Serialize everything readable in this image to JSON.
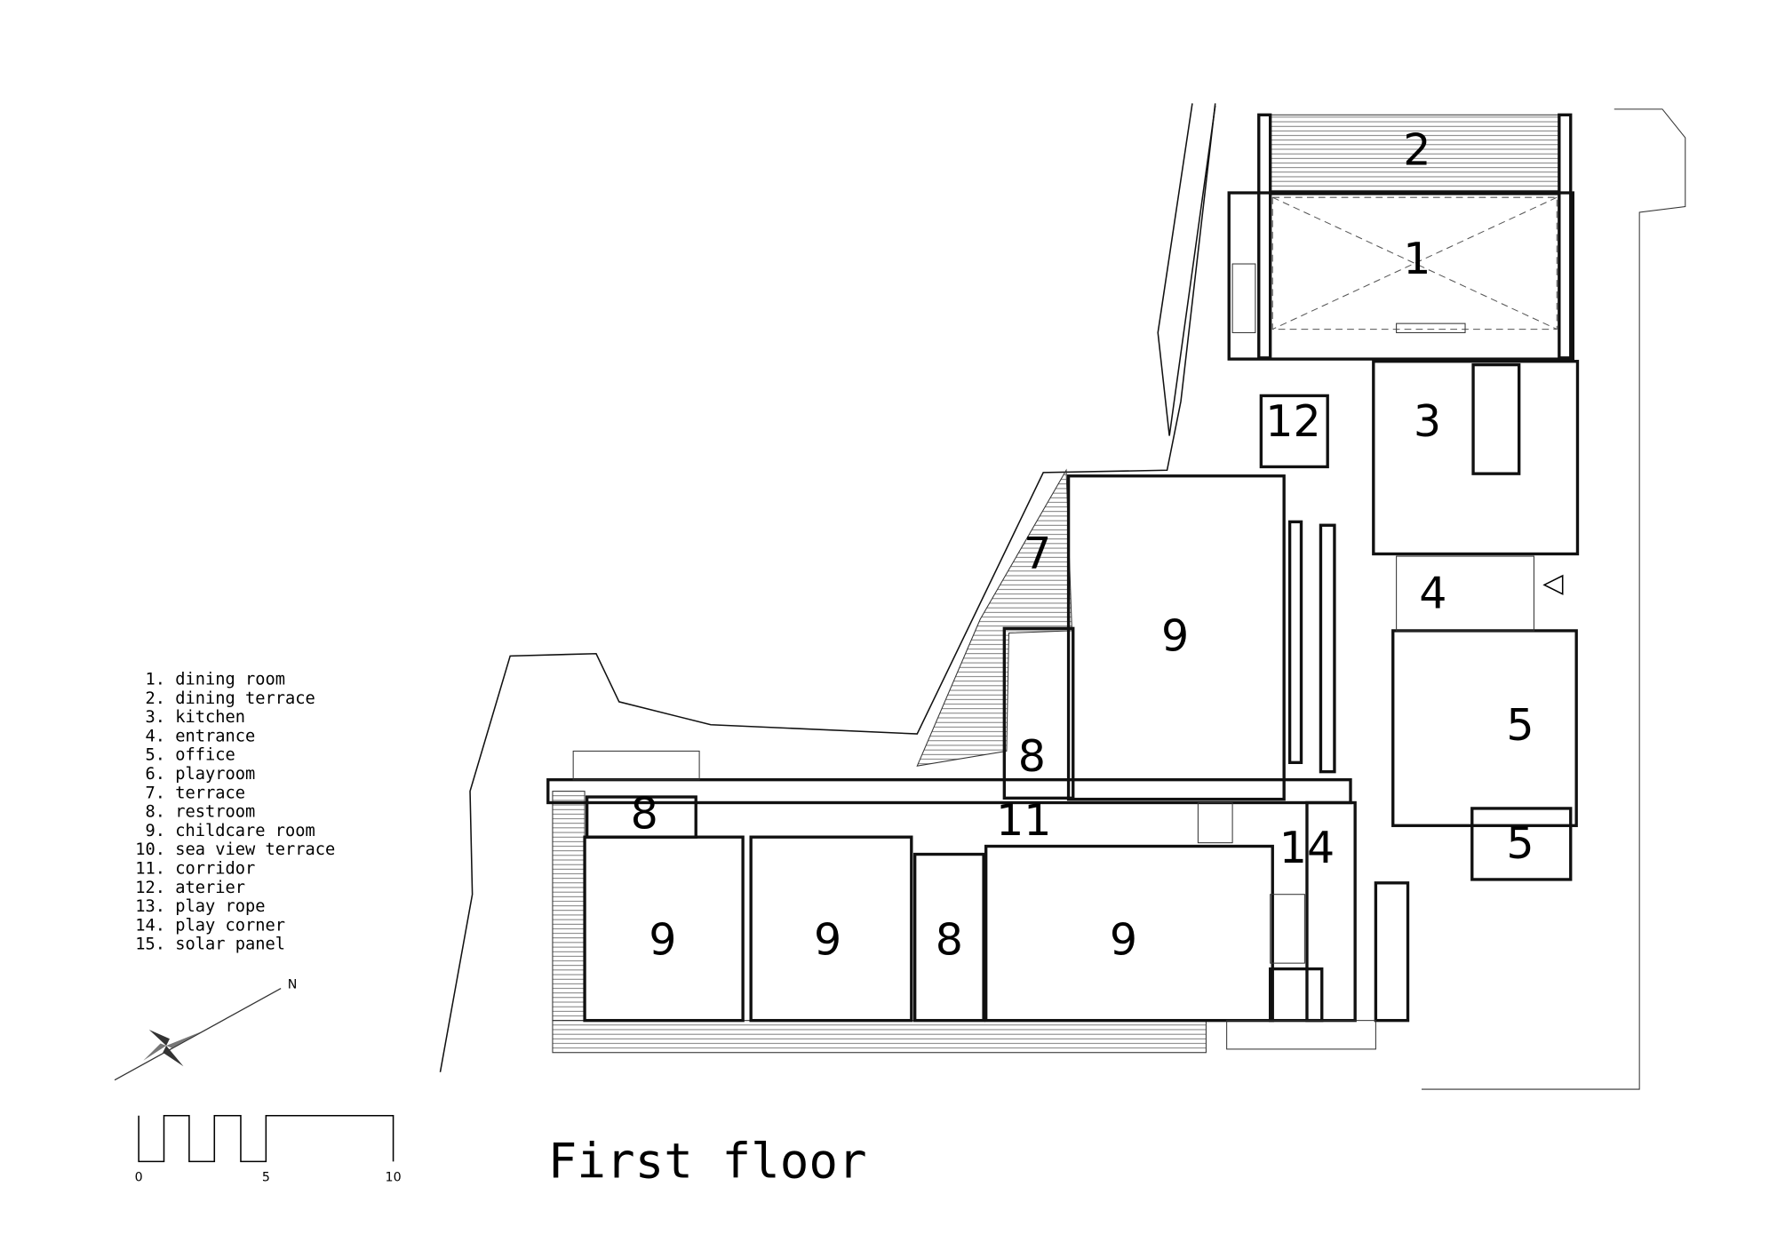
{
  "title": "First floor",
  "legend": [
    " 1. dining room",
    " 2. dining terrace",
    " 3. kitchen",
    " 4. entrance",
    " 5. office",
    " 6. playroom",
    " 7. terrace",
    " 8. restroom",
    " 9. childcare room",
    "10. sea view terrace",
    "11. corridor",
    "12. aterier",
    "13. play rope",
    "14. play corner",
    "15. solar panel"
  ],
  "scale_bar": {
    "ticks": [
      "0",
      "5",
      "10"
    ]
  },
  "rooms": {
    "r2": "2",
    "r1": "1",
    "r12": "12",
    "r3": "3",
    "r7": "7",
    "r4": "4",
    "r9a": "9",
    "r5a": "5",
    "r8a": "8",
    "r8b": "8",
    "r11": "11",
    "r14": "14",
    "r5b": "5",
    "r9b": "9",
    "r9c": "9",
    "r8c": "8",
    "r9d": "9"
  },
  "compass": {
    "north_label": "N",
    "icon": "north-arrow-icon"
  },
  "entrance_marker": {
    "icon": "entrance-triangle-icon"
  }
}
